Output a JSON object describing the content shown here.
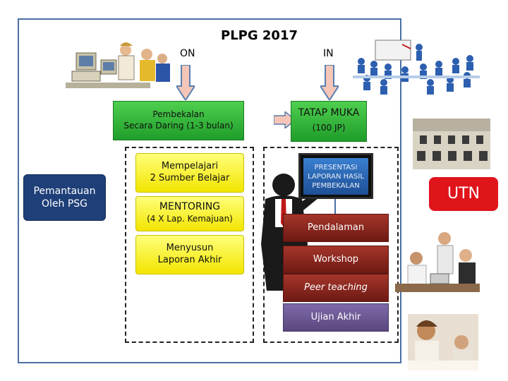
{
  "title": "PLPG 2017",
  "mode_on": "ON",
  "mode_in": "IN",
  "online": {
    "pembekalan": "Pembekalan\nSecara Daring (1-3 bulan)",
    "mempelajari": "Mempelajari\n2 Sumber Belajar",
    "mentoring": "MENTORING",
    "mentoring_note": "(4 X Lap. Kemajuan)",
    "laporan": "Menyusun\nLaporan Akhir"
  },
  "inperson": {
    "tatap_muka": "TATAP MUKA",
    "tatap_muka_note": "(100 JP)",
    "presentasi": "PRESENTASI\nLAPORAN HASIL\nPEMBEKALAN",
    "pendalaman": "Pendalaman",
    "workshop": "Workshop",
    "peer_teaching": "Peer teaching",
    "ujian": "Ujian Akhir"
  },
  "pemantauan": "Pemantauan\nOleh PSG",
  "utn": "UTN",
  "colors": {
    "frame": "#4a6fa5",
    "green": "#2db33a",
    "yellow": "#ffff33",
    "brown": "#8b2a20",
    "purple": "#6a5795",
    "navy": "#1e3f78",
    "utn_red": "#e0141b",
    "arrow_fill": "#f5c6b8"
  }
}
